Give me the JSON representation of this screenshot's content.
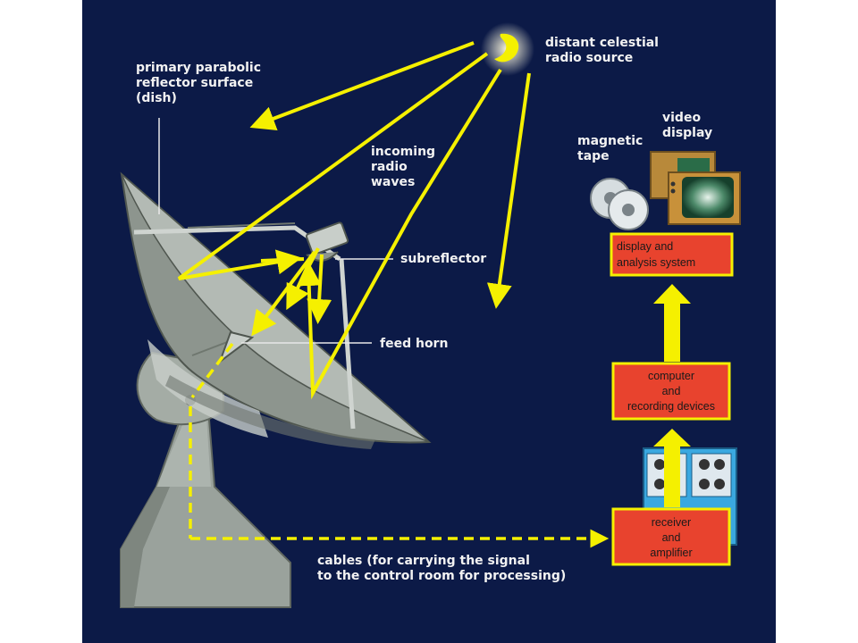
{
  "labels": {
    "source": [
      "distant celestial",
      "radio source"
    ],
    "dish": [
      "primary parabolic",
      "reflector surface",
      "(dish)"
    ],
    "waves": [
      "incoming",
      "radio",
      "waves"
    ],
    "subreflector": "subreflector",
    "feed_horn": "feed horn",
    "cables": [
      "cables (for carrying the signal",
      "to the control room for processing)"
    ],
    "tape": [
      "magnetic",
      "tape"
    ],
    "video": [
      "video",
      "display"
    ]
  },
  "boxes": {
    "display": [
      "display and",
      "analysis system"
    ],
    "computer": [
      "computer",
      "and",
      "recording devices"
    ],
    "receiver": [
      "receiver",
      "and",
      "amplifier"
    ]
  },
  "colors": {
    "background": "#0c1a47",
    "arrow": "#f5f000",
    "box_fill": "#e8432e",
    "box_border": "#f5f000",
    "dish": "#9aa29c"
  }
}
